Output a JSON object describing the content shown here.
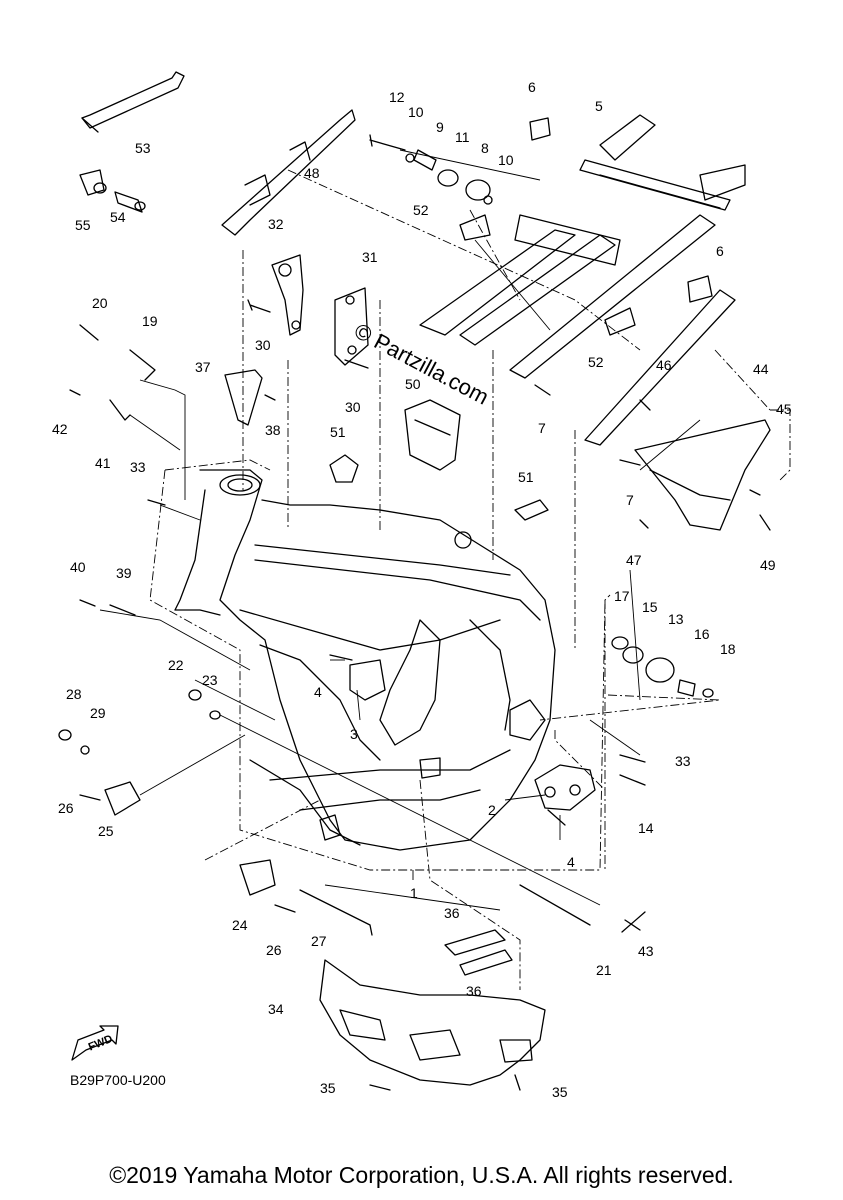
{
  "diagram": {
    "callouts": [
      "1",
      "2",
      "3",
      "4",
      "4",
      "5",
      "6",
      "6",
      "7",
      "7",
      "8",
      "9",
      "10",
      "10",
      "11",
      "12",
      "13",
      "14",
      "15",
      "16",
      "17",
      "18",
      "19",
      "20",
      "21",
      "22",
      "23",
      "24",
      "25",
      "26",
      "26",
      "27",
      "28",
      "29",
      "30",
      "30",
      "31",
      "32",
      "33",
      "33",
      "34",
      "35",
      "35",
      "36",
      "36",
      "37",
      "38",
      "39",
      "40",
      "41",
      "42",
      "43",
      "44",
      "45",
      "46",
      "47",
      "48",
      "49",
      "50",
      "51",
      "51",
      "52",
      "52",
      "53",
      "54",
      "55"
    ],
    "fwd_label": "FWD",
    "diagram_code": "B29P700-U200",
    "watermark": "© Partzilla.com",
    "copyright": "©2019 Yamaha Motor Corporation, U.S.A. All rights reserved."
  }
}
